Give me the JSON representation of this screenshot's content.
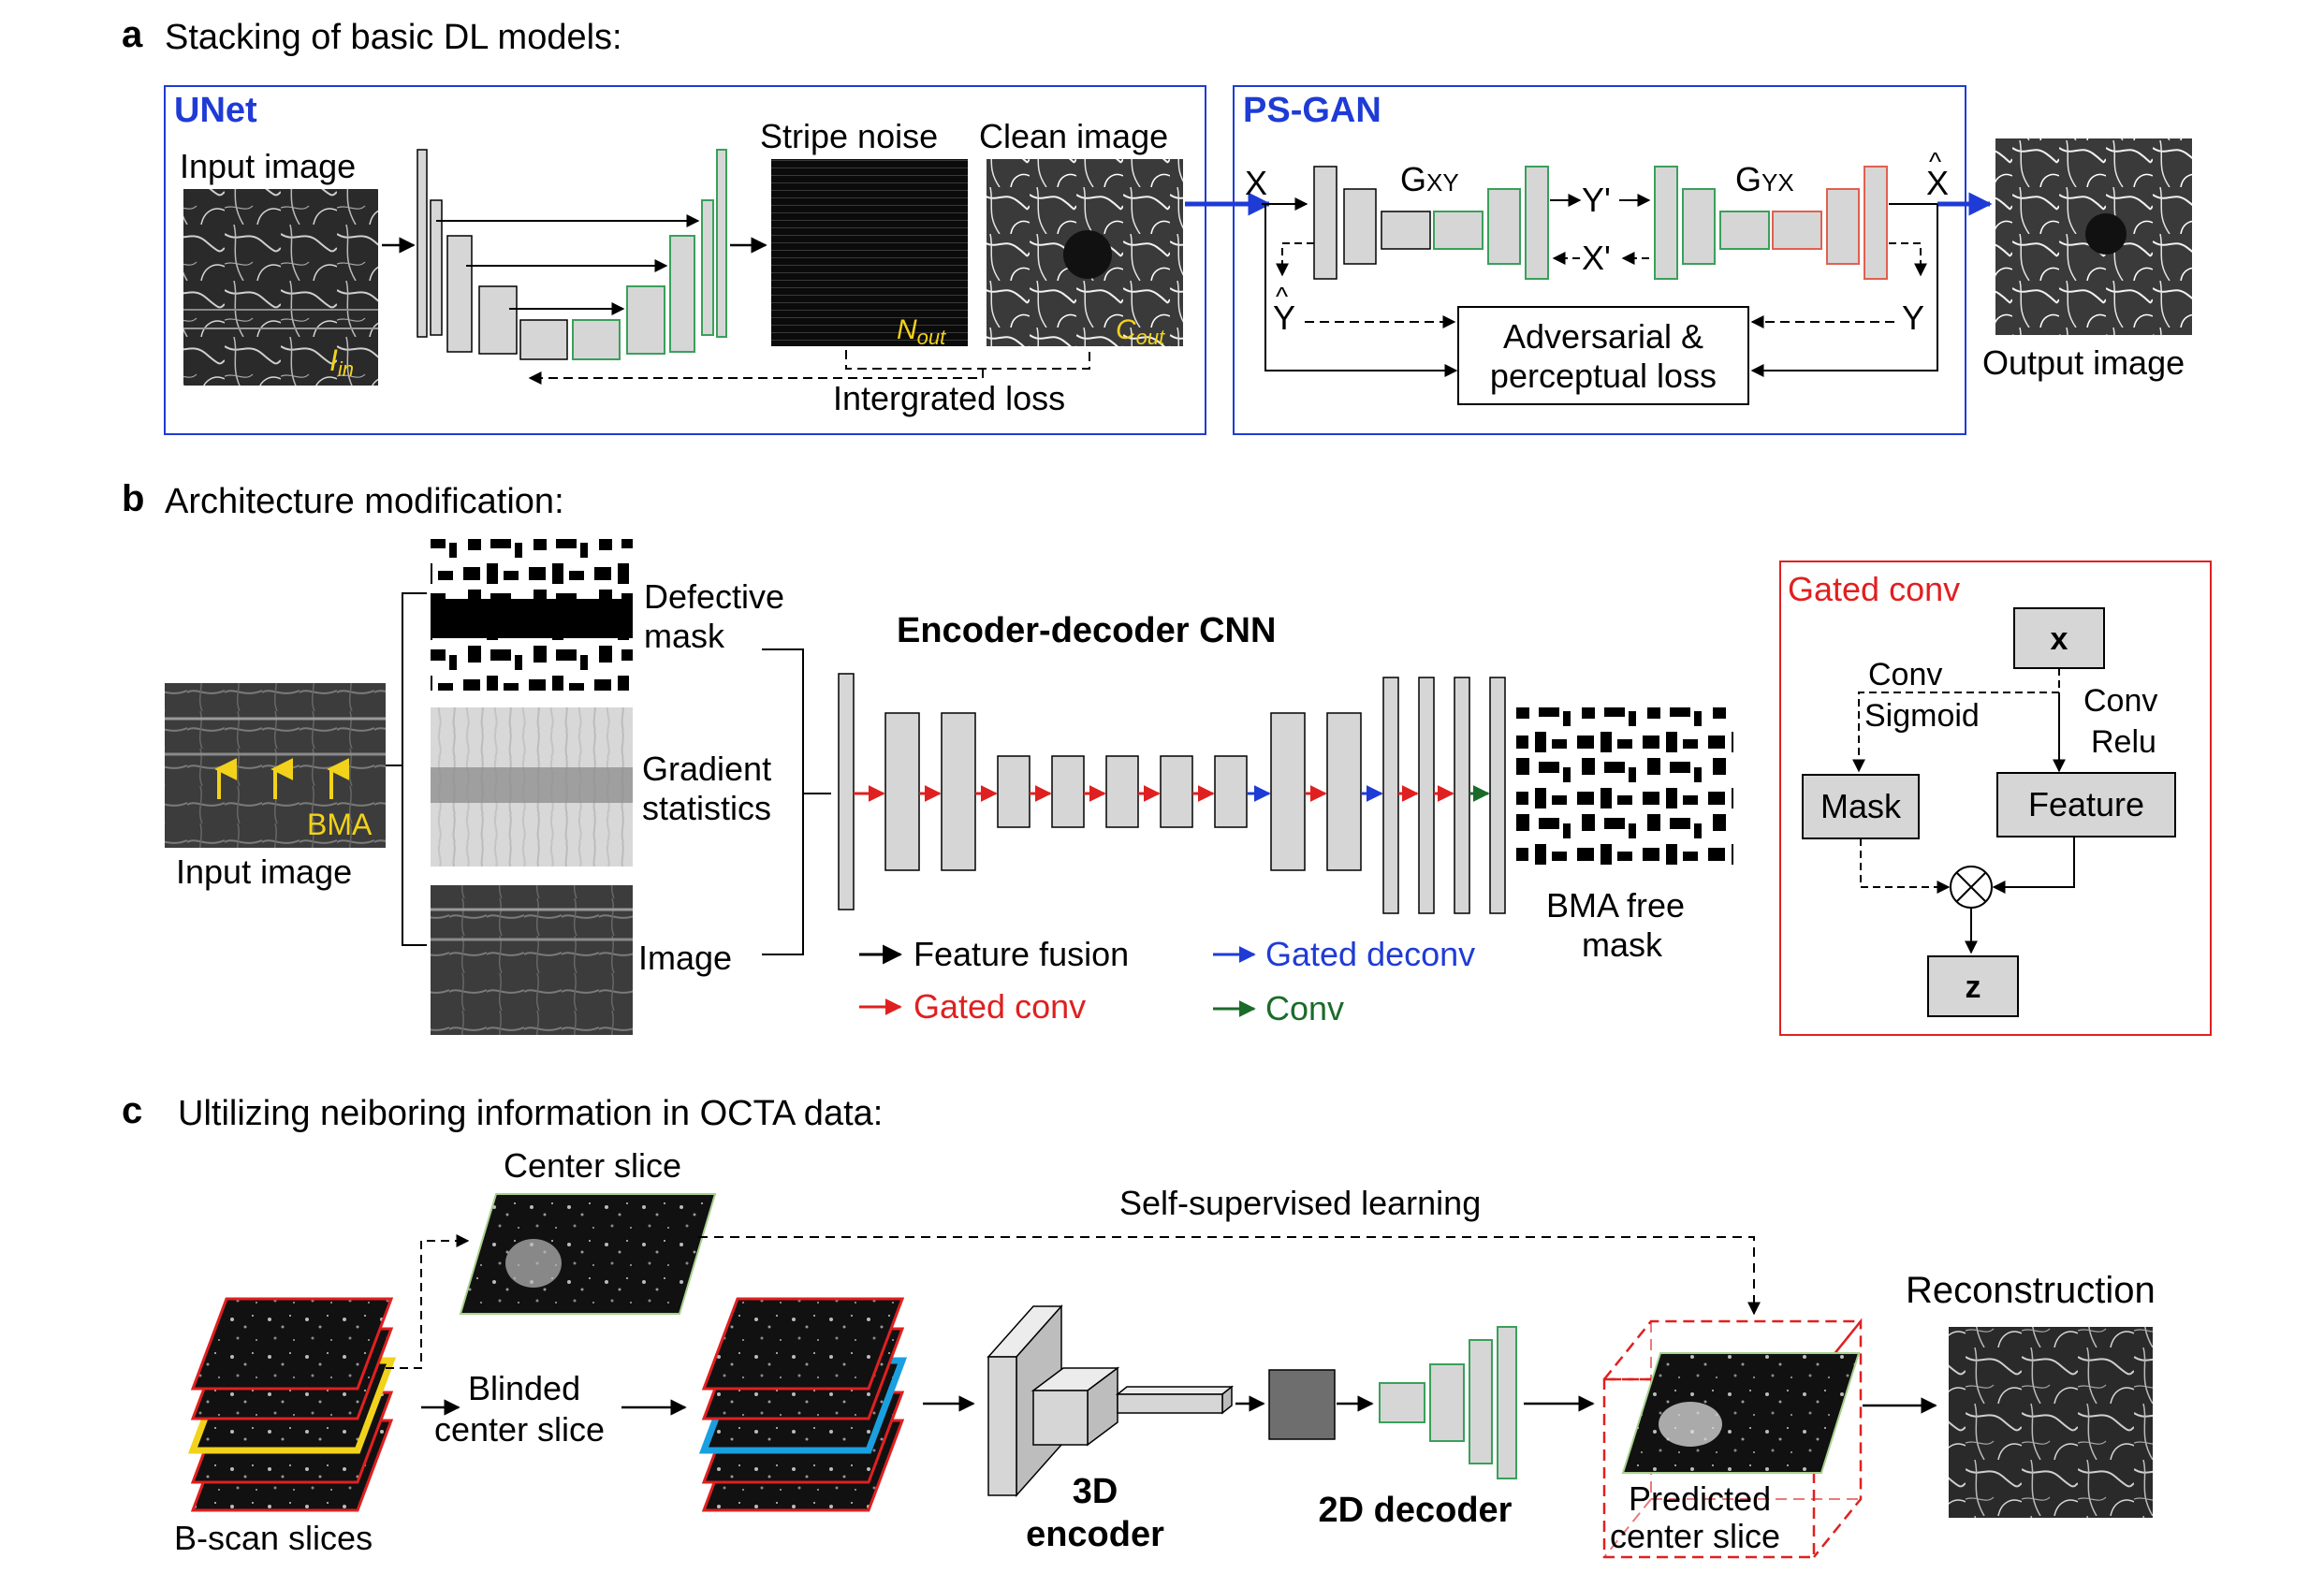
{
  "panel_a": {
    "letter": "a",
    "heading": "Stacking of basic DL models:",
    "unet": {
      "title": "UNet",
      "input_label": "Input image",
      "stripe_label": "Stripe noise",
      "clean_label": "Clean image",
      "i_in": "I",
      "i_in_sub": "in",
      "n_out": "N",
      "n_out_sub": "out",
      "c_out": "C",
      "c_out_sub": "out",
      "loss_label": "Intergrated loss"
    },
    "psgan": {
      "title": "PS-GAN",
      "x": "X",
      "gxy": "G",
      "gxy_sub": "XY",
      "y_prime": "Y'",
      "x_prime": "X'",
      "gyx": "G",
      "gyx_sub": "YX",
      "x_hat": "X",
      "y_hat": "Y",
      "y": "Y",
      "loss_line1": "Adversarial &",
      "loss_line2": "perceptual loss",
      "output_label": "Output image"
    }
  },
  "panel_b": {
    "letter": "b",
    "heading": "Architecture modification:",
    "input_label": "Input image",
    "bma": "BMA",
    "defective_line1": "Defective",
    "defective_line2": "mask",
    "gradient_line1": "Gradient",
    "gradient_line2": "statistics",
    "image_label": "Image",
    "cnn_title": "Encoder-decoder CNN",
    "bma_free_line1": "BMA free",
    "bma_free_line2": "mask",
    "legend": [
      {
        "label": "Feature fusion",
        "color": "#000000"
      },
      {
        "label": "Gated conv",
        "color": "#e02020"
      },
      {
        "label": "Gated deconv",
        "color": "#1f3bd6"
      },
      {
        "label": "Conv",
        "color": "#1a6b2a"
      }
    ],
    "gated": {
      "title": "Gated conv",
      "x": "x",
      "conv": "Conv",
      "sigmoid": "Sigmoid",
      "conv2": "Conv",
      "relu": "Relu",
      "mask": "Mask",
      "feature": "Feature",
      "z": "z"
    }
  },
  "panel_c": {
    "letter": "c",
    "heading": "Ultilizing neiboring information in OCTA data:",
    "center_slice": "Center slice",
    "self_supervised": "Self-supervised learning",
    "reconstruction": "Reconstruction",
    "blinded_line1": "Blinded",
    "blinded_line2": "center slice",
    "bscan": "B-scan slices",
    "enc_line1": "3D",
    "enc_line2": "encoder",
    "decoder": "2D decoder",
    "pred_line1": "Predicted",
    "pred_line2": "center slice"
  },
  "colors": {
    "blue": "#1f3bd6",
    "red": "#e02020",
    "green": "#1a6b2a",
    "green_box": "#3aa05a",
    "yellow": "#f2d21b",
    "cyan": "#1aa0e0",
    "gray": "#d6d6d6"
  }
}
